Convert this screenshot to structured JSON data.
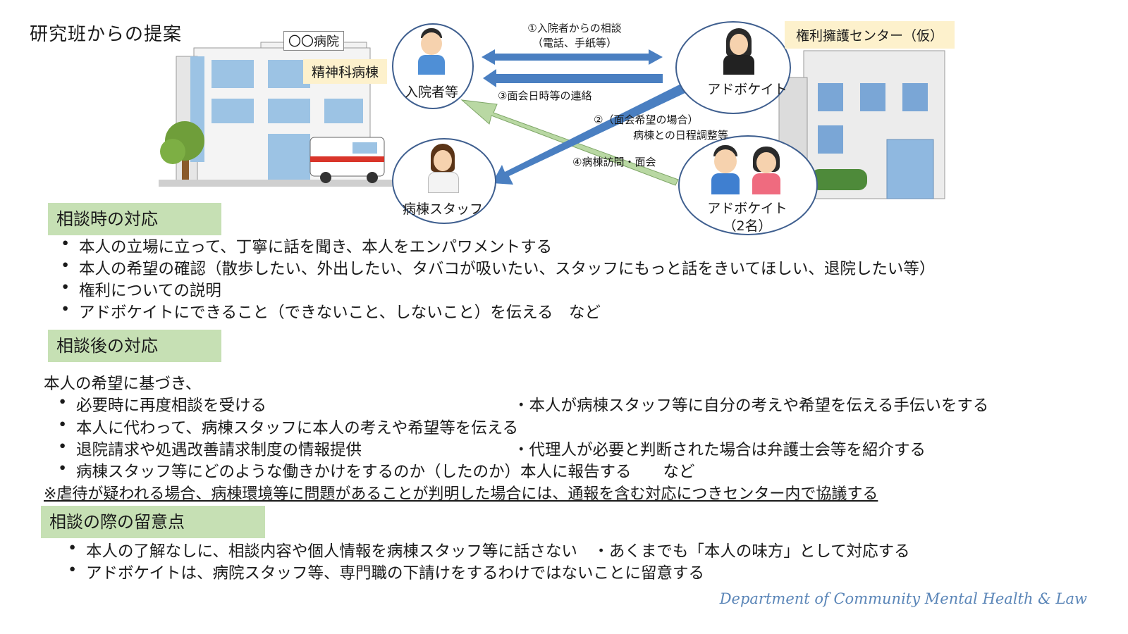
{
  "title": "研究班からの提案",
  "diagram": {
    "hospital_sign": "〇〇病院",
    "ward_tag": "精神科病棟",
    "center_tag": "権利擁護センター（仮）",
    "nodes": {
      "patient": "入院者等",
      "advocate": "アドボケイト",
      "staff": "病棟スタッフ",
      "advocates_two_line1": "アドボケイト",
      "advocates_two_line2": "（2名）"
    },
    "flows": {
      "f1_line1": "①入院者からの相談",
      "f1_line2": "（電話、手紙等）",
      "f3": "③面会日時等の連絡",
      "f2_line1": "②（面会希望の場合）",
      "f2_line2": "病棟との日程調整等",
      "f4": "④病棟訪問・面会"
    },
    "colors": {
      "blue_arrow": "#4a7fc1",
      "green_arrow": "#b9d8a3",
      "tag_yellow": "#fdf1cc",
      "section_green": "#c6e0b4"
    }
  },
  "sections": {
    "s1": {
      "heading": "相談時の対応",
      "items": [
        "本人の立場に立って、丁寧に話を聞き、本人をエンパワメントする",
        "本人の希望の確認（散歩したい、外出したい、タバコが吸いたい、スタッフにもっと話をきいてほしい、退院したい等）",
        "権利についての説明",
        "アドボケイトにできること（できないこと、しないこと）を伝える　など"
      ]
    },
    "s2": {
      "heading": "相談後の対応",
      "intro": "本人の希望に基づき、",
      "items": [
        "必要時に再度相談を受ける",
        "本人に代わって、病棟スタッフに本人の考えや希望等を伝える",
        "退院請求や処遇改善請求制度の情報提供",
        "病棟スタッフ等にどのような働きかけをするのか（したのか）本人に報告する　　など"
      ],
      "right_items": [
        "・本人が病棟スタッフ等に自分の考えや希望を伝える手伝いをする",
        "・代理人が必要と判断された場合は弁護士会等を紹介する"
      ],
      "note": "※虐待が疑われる場合、病棟環境等に問題があることが判明した場合には、通報を含む対応につきセンター内で協議する"
    },
    "s3": {
      "heading": "相談の際の留意点",
      "items": [
        "本人の了解なしに、相談内容や個人情報を病棟スタッフ等に話さない　・あくまでも「本人の味方」として対応する",
        "アドボケイトは、病院スタッフ等、専門職の下請けをするわけではないことに留意する"
      ]
    }
  },
  "footer": "Department of Community Mental Health & Law"
}
